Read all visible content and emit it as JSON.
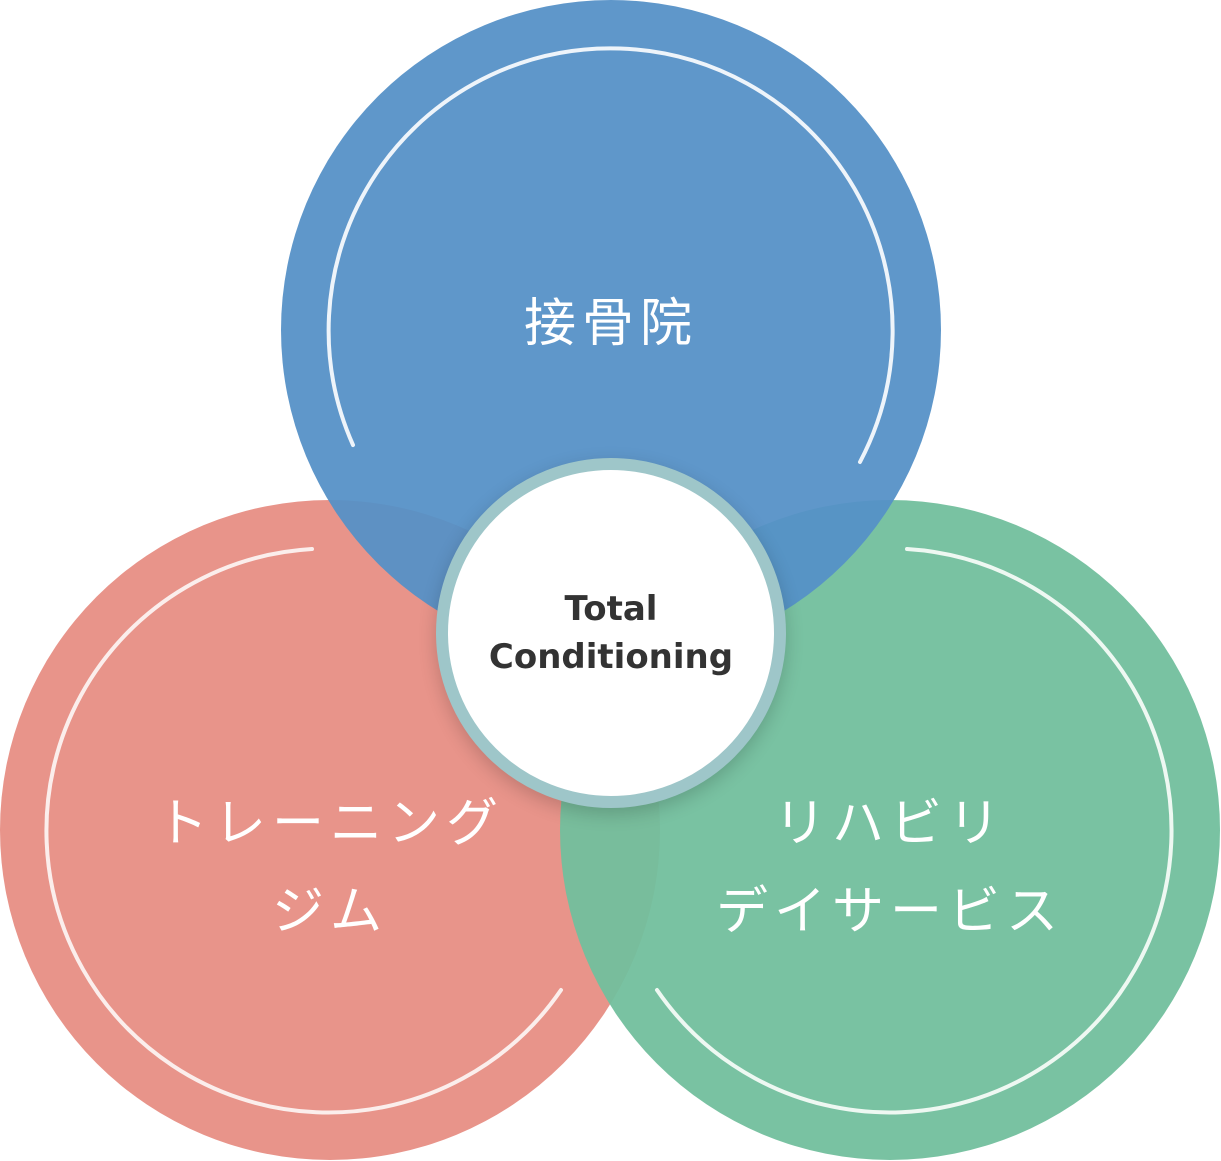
{
  "circles": {
    "top": {
      "label": "接骨院",
      "color": "#5591c7"
    },
    "left": {
      "label_line1": "トレーニング",
      "label_line2": "ジム",
      "color": "#e8948a"
    },
    "right": {
      "label_line1": "リハビリ",
      "label_line2": "デイサービス",
      "color": "#72bf9d"
    }
  },
  "center": {
    "line1": "Total",
    "line2": "Conditioning"
  }
}
